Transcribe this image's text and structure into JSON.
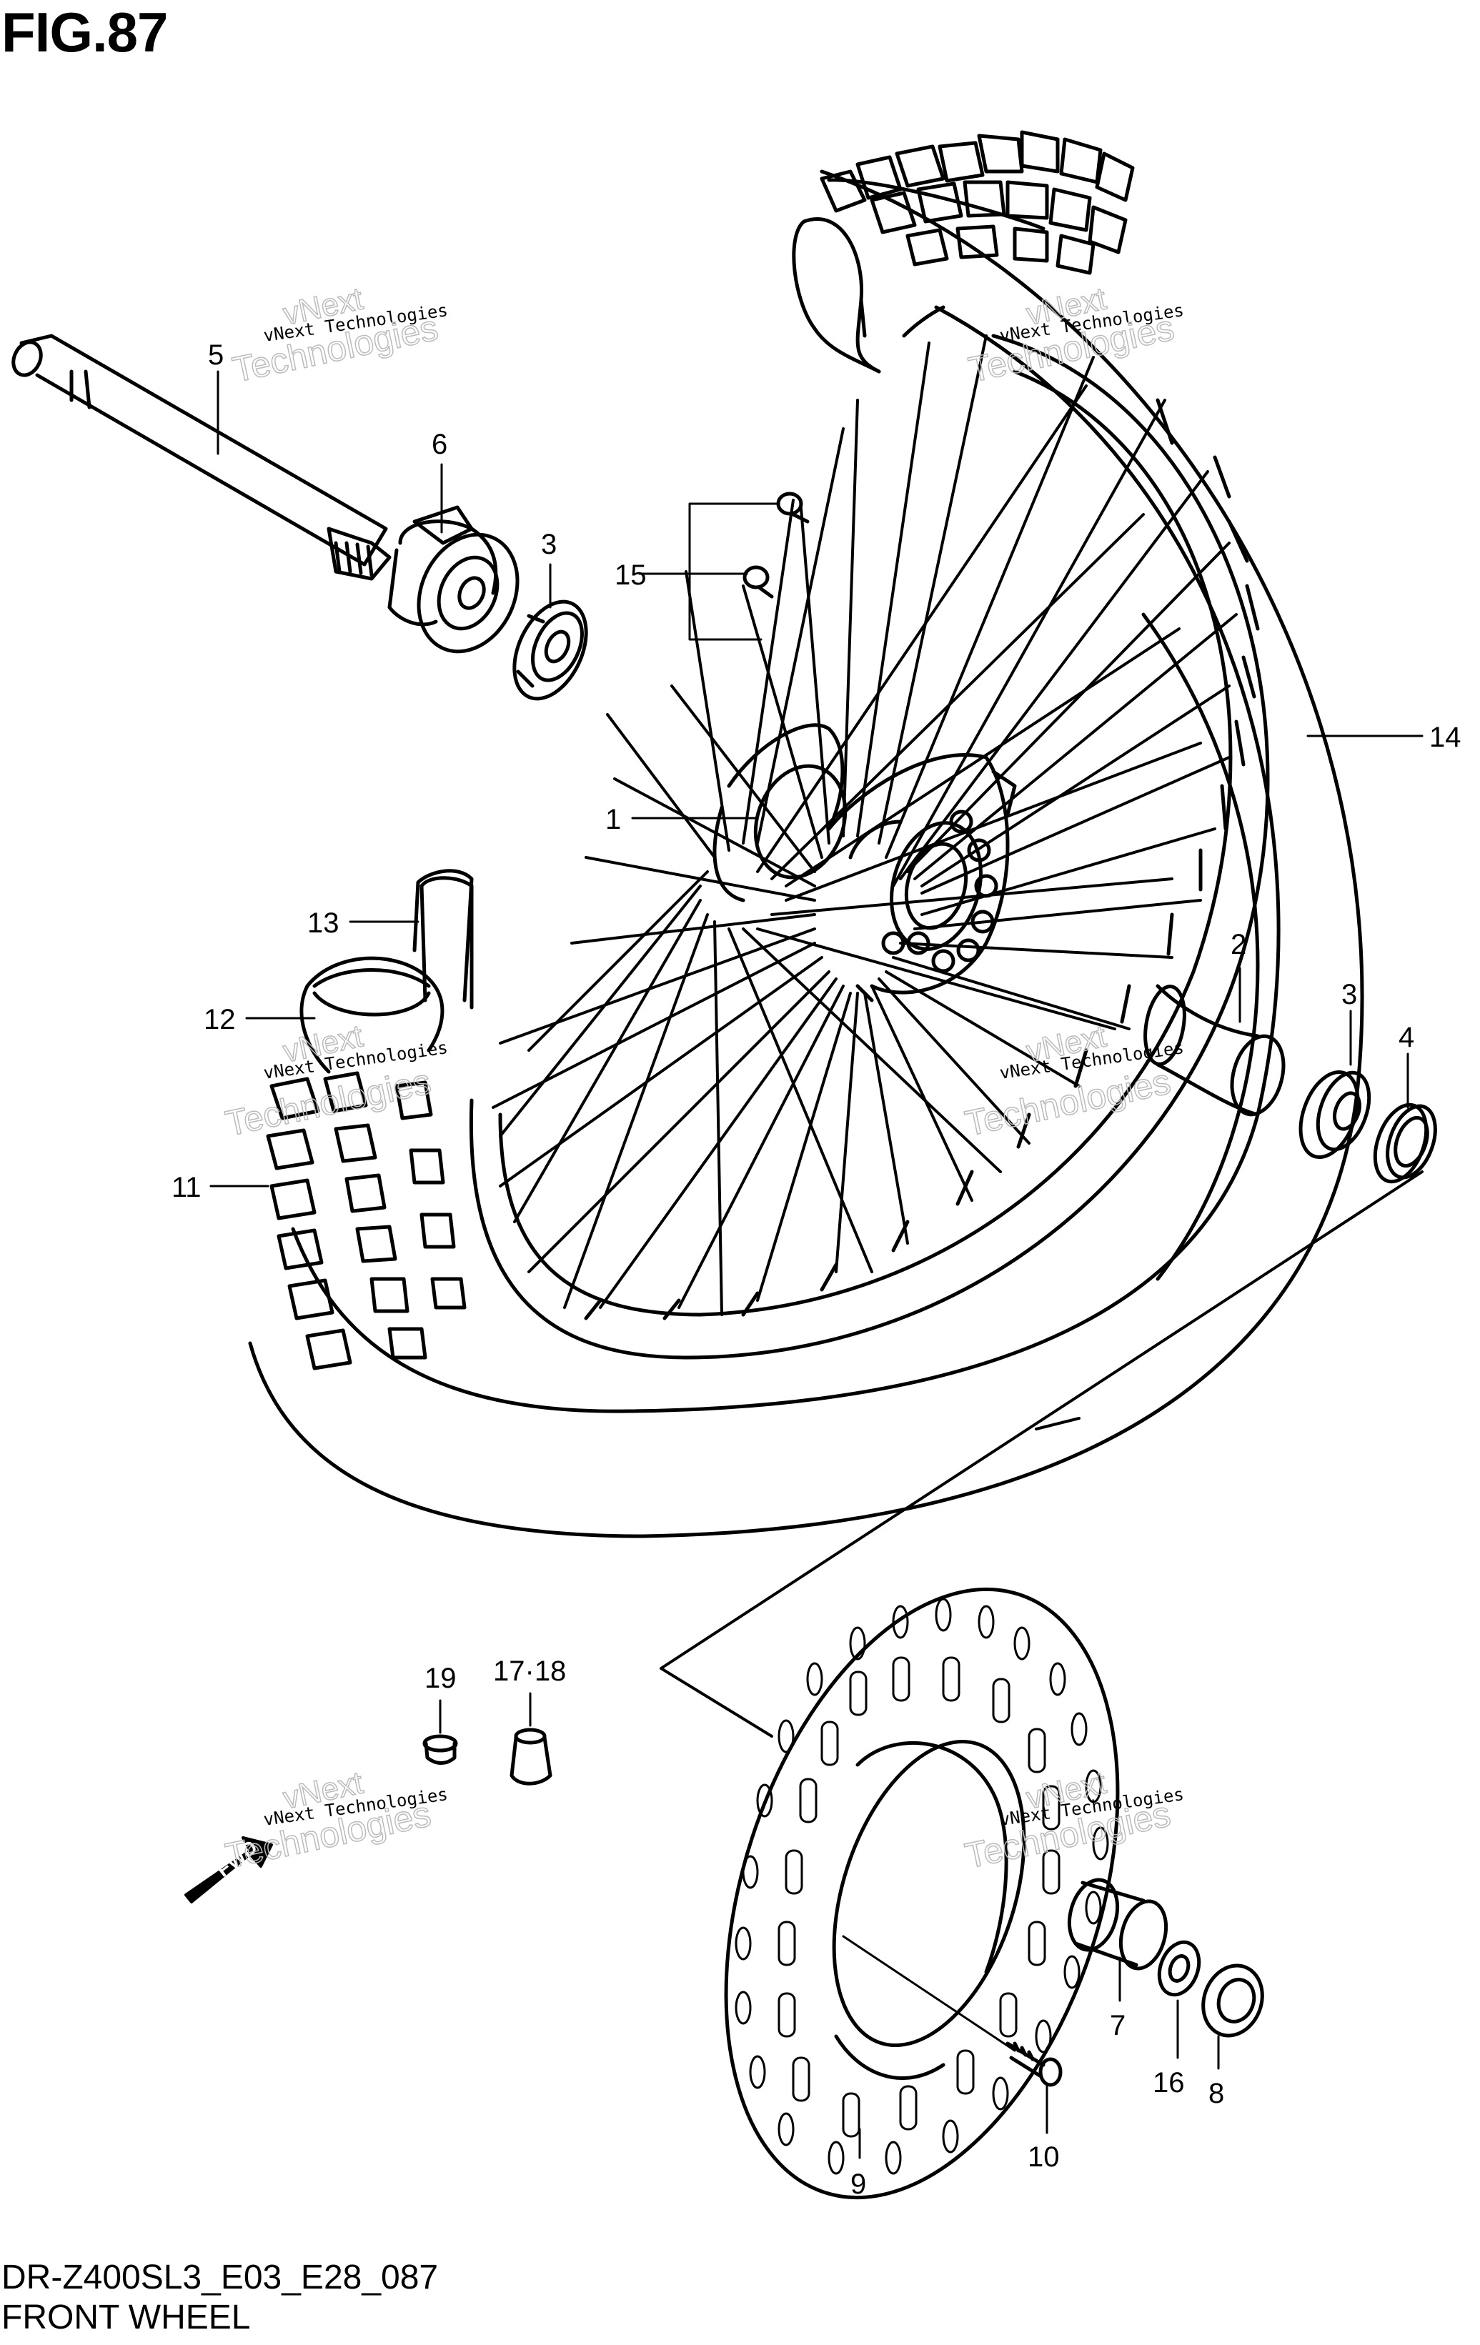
{
  "figure": {
    "title": "FIG.87",
    "code": "DR-Z400SL3_E03_E28_087",
    "caption": "FRONT WHEEL"
  },
  "watermark": {
    "line1": "vNext Technologies",
    "line2a": "vNext",
    "line2b": "Technologies"
  },
  "fwd_label": "FWD",
  "callouts": {
    "c1": "1",
    "c2": "2",
    "c3a": "3",
    "c3b": "3",
    "c4": "4",
    "c5": "5",
    "c6": "6",
    "c7": "7",
    "c8": "8",
    "c9": "9",
    "c10": "10",
    "c11": "11",
    "c12": "12",
    "c13": "13",
    "c14": "14",
    "c15": "15",
    "c16": "16",
    "c17_18": "17·18",
    "c19": "19"
  },
  "colors": {
    "ink": "#000000",
    "paper": "#ffffff",
    "watermark": "#c8c8c8"
  }
}
